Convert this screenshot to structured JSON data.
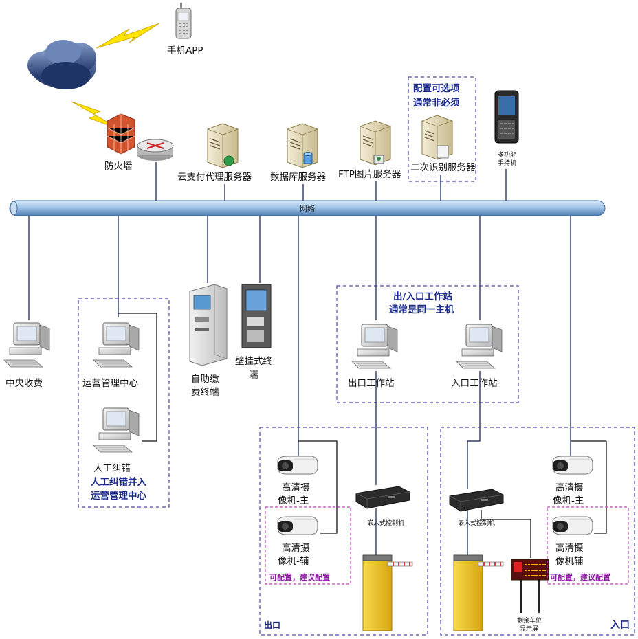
{
  "network_label": "网络",
  "top": {
    "phone_app": "手机APP",
    "firewall": "防火墙",
    "cloud_pay_server": "云支付代理服务器",
    "db_server": "数据库服务器",
    "ftp_server": "FTP图片服务器",
    "recog_server": "二次识别服务器",
    "optional_note_1": "配置可选项",
    "optional_note_2": "通常非必须",
    "handheld_1": "多功能",
    "handheld_2": "手持机"
  },
  "left": {
    "central_fee": "中央收费",
    "ops_center": "运营管理中心",
    "manual_fix": "人工纠错",
    "merge_note_1": "人工纠错并入",
    "merge_note_2": "运营管理中心",
    "self_pay_1": "自助缴",
    "self_pay_2": "费终端",
    "wall_term_1": "壁挂式终",
    "wall_term_2": "端"
  },
  "stations": {
    "title_1": "出/入口工作站",
    "title_2": "通常是同一主机",
    "exit_station": "出口工作站",
    "entry_station": "入口工作站"
  },
  "exit_zone": {
    "zone_label": "出口",
    "cam_main_1": "高清摄",
    "cam_main_2": "像机-主",
    "cam_aux_1": "高清摄",
    "cam_aux_2": "像机-辅",
    "optional_config": "可配置，建议配置",
    "controller": "嵌入式控制机"
  },
  "entry_zone": {
    "zone_label": "入口",
    "cam_main_1": "高清摄",
    "cam_main_2": "像机-主",
    "cam_aux_1": "高清摄",
    "cam_aux_2": "像机辅",
    "optional_config": "可配置，建议配置",
    "controller": "嵌入式控制机",
    "display_1": "剩余车位",
    "display_2": "显示屏"
  },
  "colors": {
    "network_bar": "#9fc3e6",
    "dash_blue": "#4a4ab0",
    "dash_pink": "#c040c0",
    "note_blue": "#1a2a8c",
    "note_purple": "#8a1aa0",
    "barrier_yellow": "#f0c020"
  }
}
